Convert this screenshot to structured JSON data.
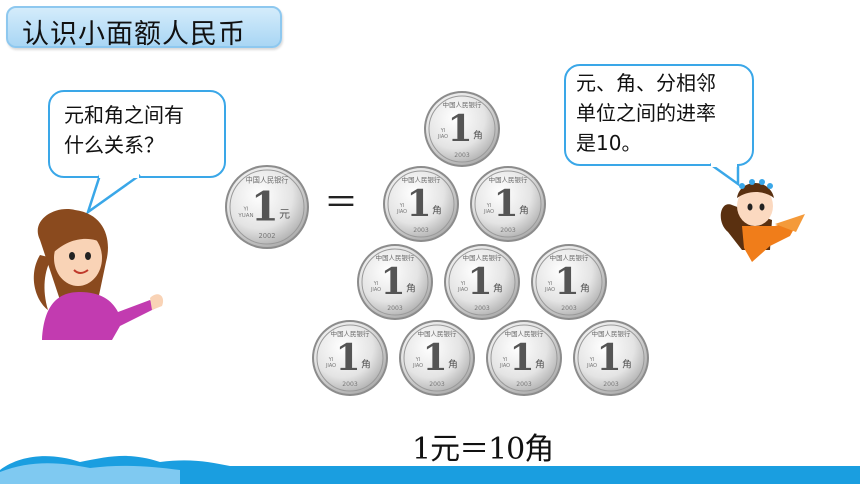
{
  "title": "认识小面额人民币",
  "left_bubble": {
    "lines": [
      "元和角之间有",
      "什么关系？"
    ]
  },
  "right_bubble": {
    "lines": [
      "元、角、分相邻",
      "单位之间的进率",
      "是10。"
    ]
  },
  "equals_sign": "＝",
  "formula": "1元＝10角",
  "yuan_coin": {
    "country": "中国人民银行",
    "numeral": "1",
    "unit": "元",
    "pinyin": "YI YUAN",
    "year": "2002"
  },
  "jiao_coin": {
    "country": "中国人民银行",
    "numeral": "1",
    "unit": "角",
    "pinyin": "YI JIAO",
    "year": "2003"
  },
  "colors": {
    "bubble_border": "#3aa7e8",
    "title_bg": "#b9def6",
    "footer_wave": "#1a9ee0"
  }
}
